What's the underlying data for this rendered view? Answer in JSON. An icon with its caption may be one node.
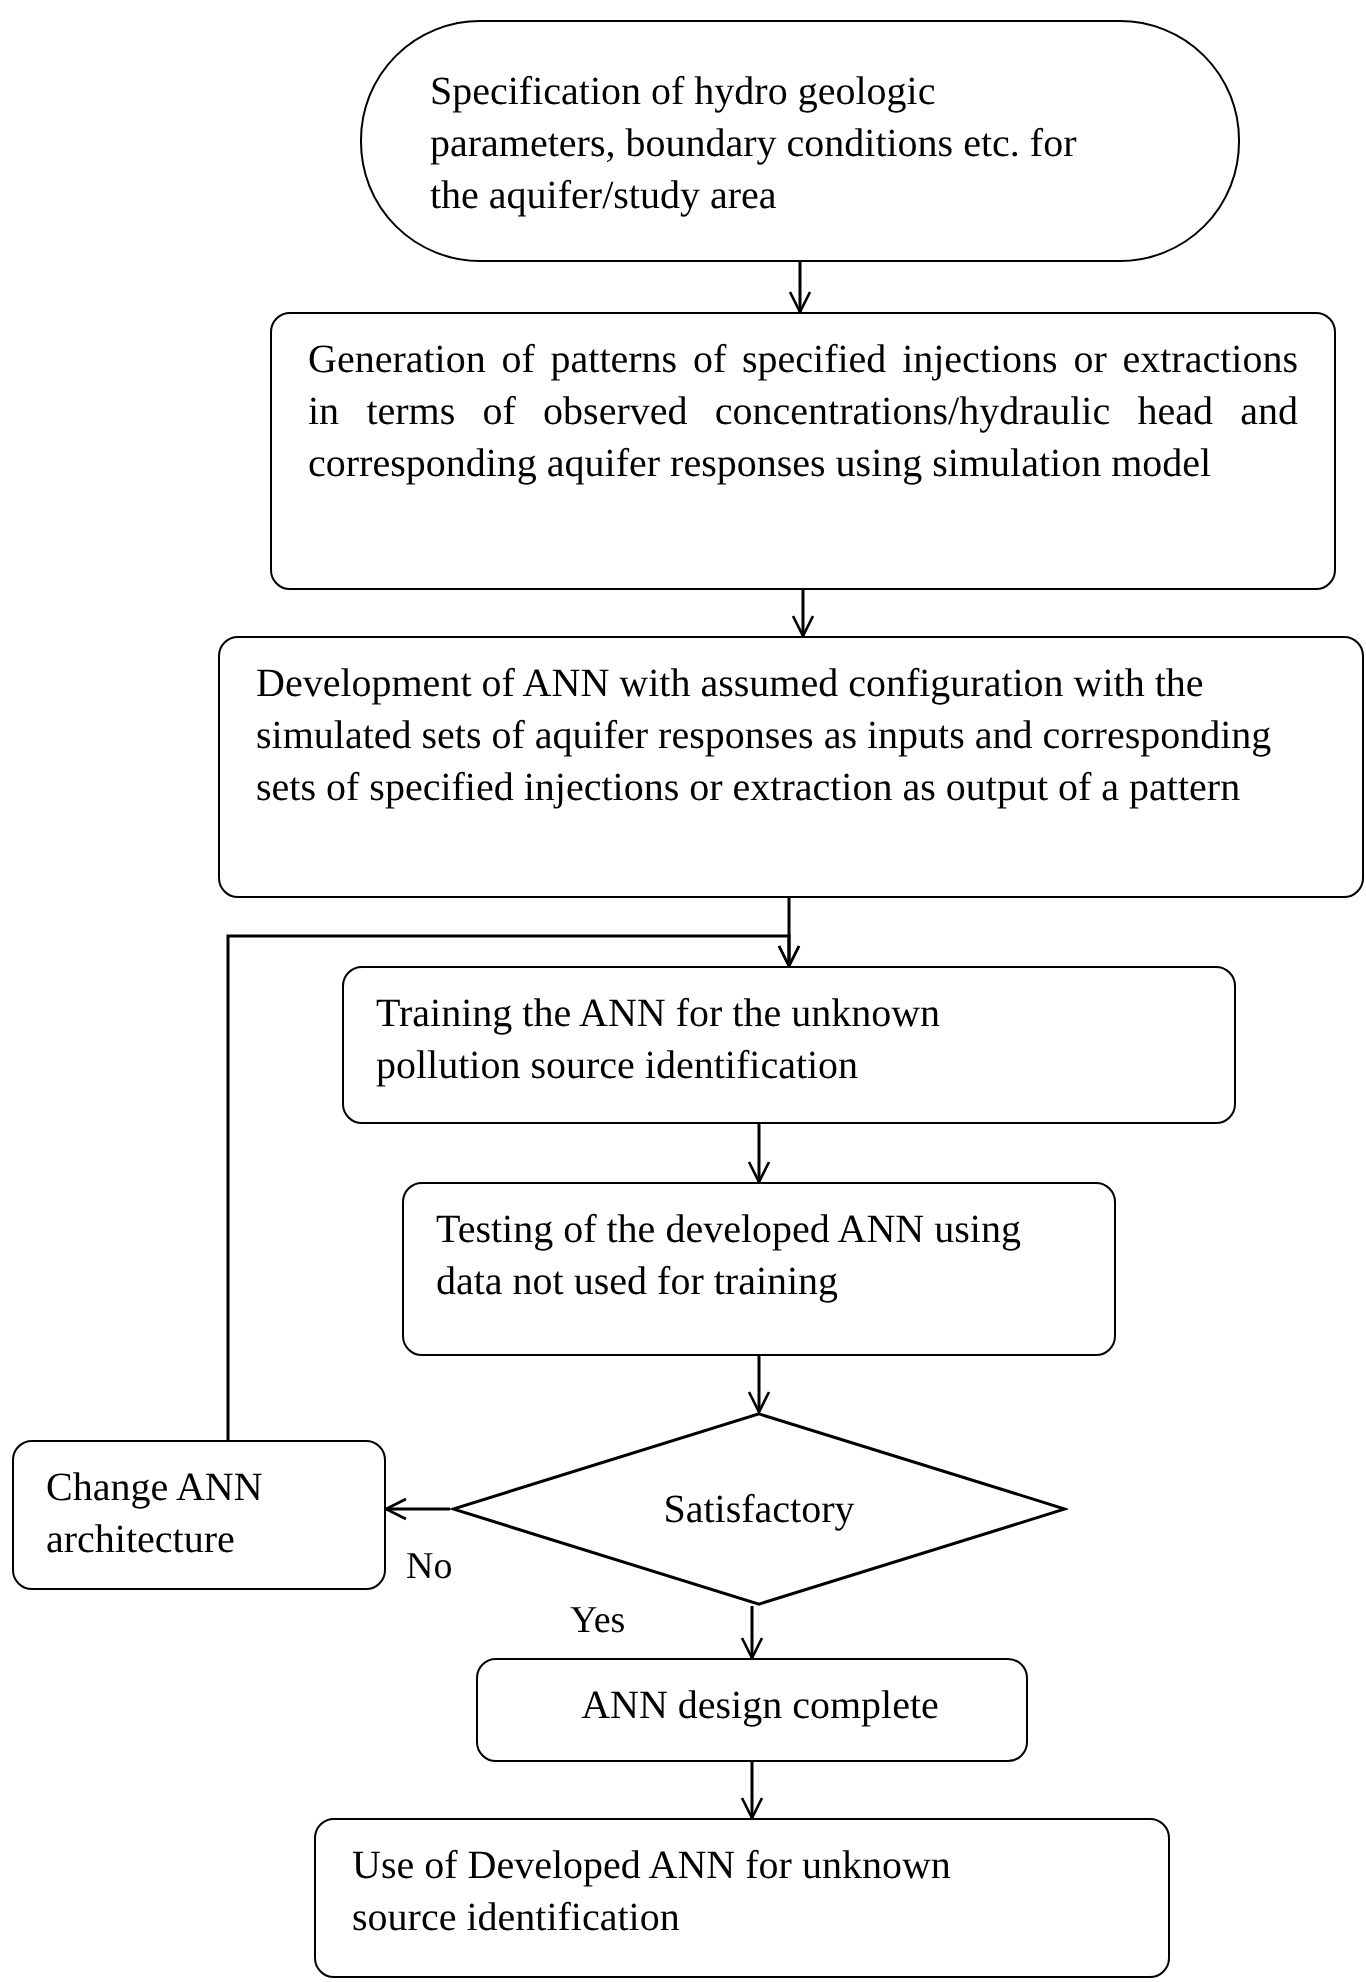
{
  "diagram": {
    "nodes": [
      {
        "text": [
          "Specification of hydro geologic parameters, boundary conditions etc. for the aquifer/study area"
        ]
      },
      {
        "text": [
          "Generation of patterns of specified injections or extractions in terms of observed concentrations/hydraulic head and corresponding aquifer responses using simulation model"
        ]
      },
      {
        "text": [
          "Development of ANN with assumed configuration with the simulated sets of aquifer responses as inputs and corresponding sets of specified injections or extraction as output of a pattern"
        ]
      },
      {
        "text": [
          "Training the ANN for the unknown pollution source identification"
        ]
      },
      {
        "text": [
          "Testing of the developed ANN using data not used for training"
        ]
      },
      {
        "text": [
          "Satisfactory"
        ]
      },
      {
        "text": [
          "Change ANN architecture"
        ]
      },
      {
        "text": [
          "ANN design complete"
        ]
      },
      {
        "text": [
          "Use of Developed ANN for unknown source identification"
        ]
      }
    ],
    "edges": [
      {
        "from": 0,
        "to": 1,
        "arrow": "to"
      },
      {
        "from": 1,
        "to": 2,
        "arrow": "to"
      },
      {
        "from": 2,
        "to": 3,
        "arrow": "to"
      },
      {
        "from": 3,
        "to": 4,
        "arrow": "to"
      },
      {
        "from": 4,
        "to": 5,
        "arrow": "to"
      },
      {
        "from": 5,
        "to": 6,
        "arrow": "to",
        "label": "No"
      },
      {
        "from": 5,
        "to": 7,
        "arrow": "to",
        "label": "Yes"
      },
      {
        "from": 7,
        "to": 8,
        "arrow": "to"
      },
      {
        "from": 6,
        "to": 3,
        "arrow": "to"
      }
    ]
  }
}
